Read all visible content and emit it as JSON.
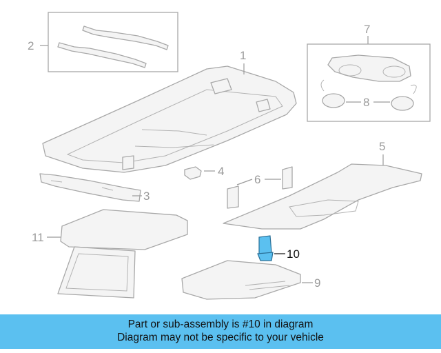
{
  "callouts": {
    "c1": "1",
    "c2": "2",
    "c3": "3",
    "c4": "4",
    "c5": "5",
    "c6": "6",
    "c7": "7",
    "c8": "8",
    "c9": "9",
    "c10": "10",
    "c11": "11"
  },
  "highlight_part": "10",
  "colors": {
    "highlight": "#5bc0f0",
    "banner_bg": "#5bc0f0",
    "line_art": "#a8a8a8"
  },
  "banner": {
    "line1": "Part or sub-assembly is #10 in diagram",
    "line2": "Diagram may not be specific to your vehicle"
  }
}
